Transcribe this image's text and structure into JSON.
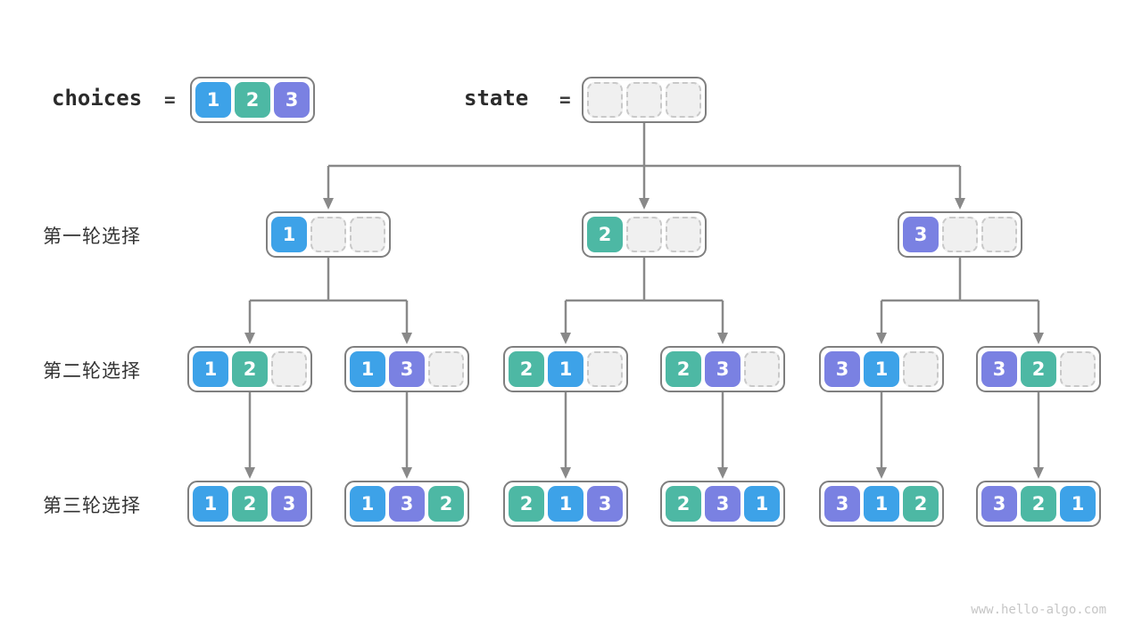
{
  "expressions": {
    "choices": {
      "label": "choices",
      "equals": "=",
      "values": [
        "1",
        "2",
        "3"
      ]
    },
    "state": {
      "label": "state",
      "equals": "=",
      "values": [
        "",
        "",
        ""
      ]
    }
  },
  "rounds": [
    {
      "label": "第一轮选择",
      "nodes": [
        [
          "1",
          "",
          ""
        ],
        [
          "2",
          "",
          ""
        ],
        [
          "3",
          "",
          ""
        ]
      ]
    },
    {
      "label": "第二轮选择",
      "nodes": [
        [
          "1",
          "2",
          ""
        ],
        [
          "1",
          "3",
          ""
        ],
        [
          "2",
          "1",
          ""
        ],
        [
          "2",
          "3",
          ""
        ],
        [
          "3",
          "1",
          ""
        ],
        [
          "3",
          "2",
          ""
        ]
      ]
    },
    {
      "label": "第三轮选择",
      "nodes": [
        [
          "1",
          "2",
          "3"
        ],
        [
          "1",
          "3",
          "2"
        ],
        [
          "2",
          "1",
          "3"
        ],
        [
          "2",
          "3",
          "1"
        ],
        [
          "3",
          "1",
          "2"
        ],
        [
          "3",
          "2",
          "1"
        ]
      ]
    }
  ],
  "colors": {
    "value1": "#3da2e8",
    "value2": "#4db8a4",
    "value3": "#7a81e2",
    "connector": "#898989"
  },
  "watermark": "www.hello-algo.com"
}
